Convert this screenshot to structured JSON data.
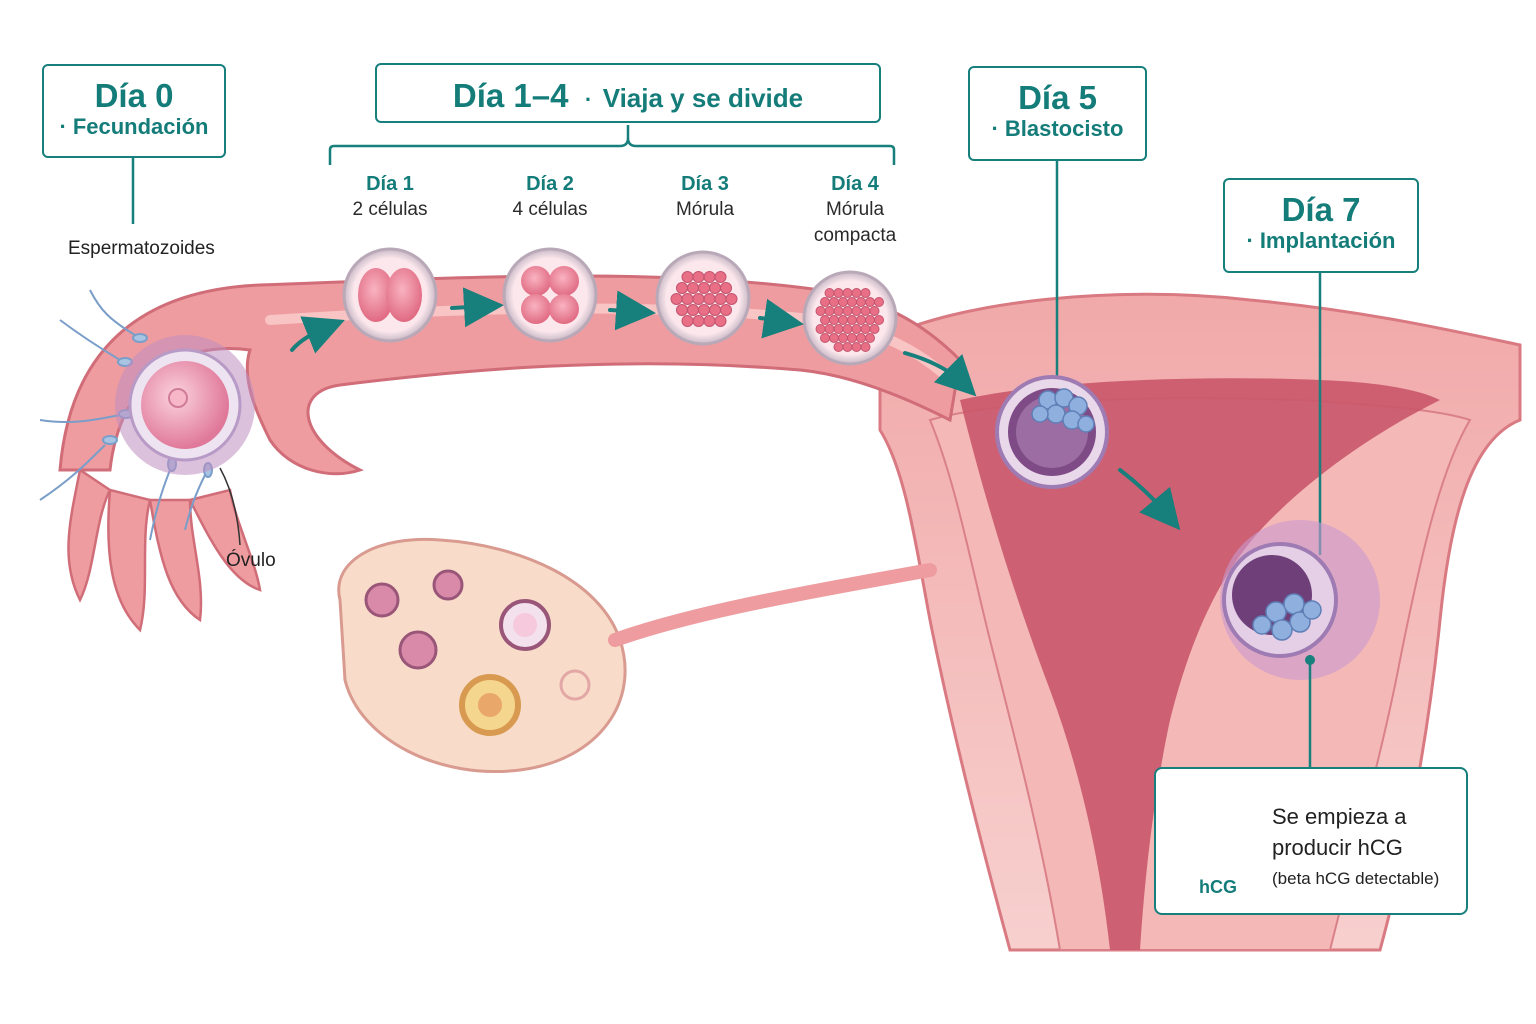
{
  "stages": {
    "day0": {
      "title": "Día 0",
      "subtitle": "Fecundación"
    },
    "day1to4": {
      "title": "Día 1–4",
      "subtitle": "Viaja y se divide"
    },
    "day5": {
      "title": "Día 5",
      "subtitle": "Blastocisto"
    },
    "day7": {
      "title": "Día 7",
      "subtitle": "Implantación"
    }
  },
  "bullet": "·",
  "substages": [
    {
      "day": "Día 1",
      "line1": "2 células",
      "line2": ""
    },
    {
      "day": "Día 2",
      "line1": "4 células",
      "line2": ""
    },
    {
      "day": "Día 3",
      "line1": "Mórula",
      "line2": ""
    },
    {
      "day": "Día 4",
      "line1": "Mórula",
      "line2": "compacta"
    }
  ],
  "labels": {
    "sperm": "Espermatozoides",
    "ovum": "Óvulo"
  },
  "hcg": {
    "line1": "Se empieza a",
    "line2": "producir hCG",
    "note": "(beta hCG detectable)",
    "icon_label": "hCG"
  },
  "colors": {
    "accent": "#177f7c",
    "tissue": "#e58a8f",
    "tissue_light": "#f6c7c4",
    "cavity": "#c8566a",
    "embryo_cell": "#e86f86",
    "inner_mass": "#8fb0df"
  }
}
